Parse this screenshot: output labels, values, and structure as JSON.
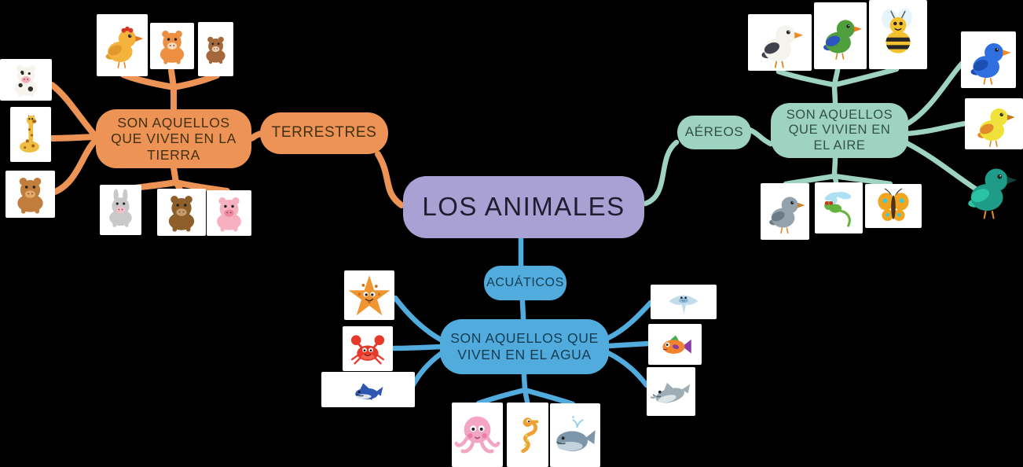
{
  "background": "#000000",
  "central": {
    "label": "LOS ANIMALES",
    "fill": "#a9a0d3",
    "text_color": "#211c30"
  },
  "branches": [
    {
      "id": "terrestres",
      "label": "TERRESTRES",
      "description": "SON AQUELLOS QUE VIVEN EN LA TIERRA",
      "fill": "#ec9355",
      "text_color": "#43300f",
      "connector_color": "#ec9355"
    },
    {
      "id": "aereos",
      "label": "AÉREOS",
      "description": "SON AQUELLOS QUE VIVIEN EN EL AIRE",
      "fill": "#9fd3c1",
      "text_color": "#33504a",
      "connector_color": "#9fd3c1"
    },
    {
      "id": "acuaticos",
      "label": "ACUÁTICOS",
      "description": "SON AQUELLOS QUE VIVEN EN EL AGUA",
      "fill": "#51abdc",
      "text_color": "#143d52",
      "connector_color": "#51abdc"
    }
  ],
  "animals": [
    {
      "id": "cow",
      "icon": "cow-icon",
      "branch": "terrestres",
      "kind": "mammal",
      "color": "#f7f4ee",
      "accent": "#f3afb8",
      "extra": "#2d2d2d"
    },
    {
      "id": "giraffe",
      "icon": "giraffe-icon",
      "branch": "terrestres",
      "kind": "longneck",
      "color": "#eebd41",
      "accent": "#a3611d"
    },
    {
      "id": "bear",
      "icon": "bear-icon",
      "branch": "terrestres",
      "kind": "mammal",
      "color": "#c17d3b",
      "accent": "#e2a968"
    },
    {
      "id": "chicken",
      "icon": "chicken-icon",
      "branch": "terrestres",
      "kind": "bird",
      "color": "#f3b33c",
      "accent": "#e0761f",
      "extra": "#d63322",
      "wing": "#e2992c"
    },
    {
      "id": "cat",
      "icon": "cat-icon",
      "branch": "terrestres",
      "kind": "mammal",
      "color": "#ec8f41",
      "accent": "#f8d9b8"
    },
    {
      "id": "dog",
      "icon": "dog-icon",
      "branch": "terrestres",
      "kind": "mammal",
      "color": "#a5683a",
      "accent": "#e6cfae"
    },
    {
      "id": "rabbit",
      "icon": "rabbit-icon",
      "branch": "terrestres",
      "kind": "rabbit",
      "color": "#c9c9c9",
      "accent": "#f3bfc8"
    },
    {
      "id": "horse",
      "icon": "horse-icon",
      "branch": "terrestres",
      "kind": "mammal",
      "color": "#8f5f2b",
      "accent": "#c59e6b"
    },
    {
      "id": "pig",
      "icon": "pig-icon",
      "branch": "terrestres",
      "kind": "mammal",
      "color": "#f6b0bf",
      "accent": "#ee89a2"
    },
    {
      "id": "pelican",
      "icon": "pelican-icon",
      "branch": "aereos",
      "kind": "bird",
      "color": "#f4f3ee",
      "accent": "#ef8a28",
      "wing": "#42424e"
    },
    {
      "id": "parrot",
      "icon": "parrot-icon",
      "branch": "aereos",
      "kind": "bird",
      "color": "#4f9f3c",
      "accent": "#ef7d1f",
      "wing": "#2d54c0"
    },
    {
      "id": "bee",
      "icon": "bee-icon",
      "branch": "aereos",
      "kind": "bee",
      "color": "#f4c22e",
      "accent": "#262626"
    },
    {
      "id": "blue-bird",
      "icon": "blue-bird-icon",
      "branch": "aereos",
      "kind": "bird",
      "color": "#2f6fe0",
      "accent": "#ef8a28",
      "wing": "#1c4fb0"
    },
    {
      "id": "yellow-bird",
      "icon": "yellow-bird-icon",
      "branch": "aereos",
      "kind": "bird",
      "color": "#efe13a",
      "accent": "#c0761c",
      "wing": "#e08a2a"
    },
    {
      "id": "hummingbird",
      "icon": "hummingbird-icon",
      "branch": "aereos",
      "kind": "bird",
      "color": "#1f9c88",
      "accent": "#12413c",
      "wing": "#2bc3a6",
      "card": false
    },
    {
      "id": "pigeon",
      "icon": "pigeon-icon",
      "branch": "aereos",
      "kind": "bird",
      "color": "#93a2ac",
      "accent": "#c9862c",
      "wing": "#6b7a84"
    },
    {
      "id": "dragonfly",
      "icon": "dragonfly-icon",
      "branch": "aereos",
      "kind": "dragonfly",
      "color": "#64b33f",
      "accent": "#ace0f2",
      "extra": "#d03225"
    },
    {
      "id": "butterfly",
      "icon": "butterfly-icon",
      "branch": "aereos",
      "kind": "butterfly",
      "color": "#f3a51f",
      "accent": "#35cbe8"
    },
    {
      "id": "starfish",
      "icon": "starfish-icon",
      "branch": "acuaticos",
      "kind": "star",
      "color": "#ef9532",
      "accent": "#c9711f"
    },
    {
      "id": "crab",
      "icon": "crab-icon",
      "branch": "acuaticos",
      "kind": "crab",
      "color": "#e6392a",
      "accent": "#f26050"
    },
    {
      "id": "shark",
      "icon": "shark-icon",
      "branch": "acuaticos",
      "kind": "shark",
      "color": "#2d57b2",
      "accent": "#dfe6ef"
    },
    {
      "id": "octopus",
      "icon": "octopus-icon",
      "branch": "acuaticos",
      "kind": "octopus",
      "color": "#f3a6c4",
      "accent": "#e97fa9"
    },
    {
      "id": "seahorse",
      "icon": "seahorse-icon",
      "branch": "acuaticos",
      "kind": "seahorse",
      "color": "#efa233",
      "accent": "#cde14e"
    },
    {
      "id": "whale",
      "icon": "whale-icon",
      "branch": "acuaticos",
      "kind": "whale",
      "color": "#7e96a9",
      "accent": "#c3d3dd"
    },
    {
      "id": "stingray",
      "icon": "stingray-icon",
      "branch": "acuaticos",
      "kind": "ray",
      "color": "#c2dcec",
      "accent": "#8fb9d4"
    },
    {
      "id": "fish",
      "icon": "fish-icon",
      "branch": "acuaticos",
      "kind": "fish",
      "color": "#ef8330",
      "accent": "#8b3ba3",
      "extra": "#3fae4a"
    },
    {
      "id": "dolphin",
      "icon": "dolphin-icon",
      "branch": "acuaticos",
      "kind": "dolphin",
      "color": "#9fadb7",
      "accent": "#dde4e8"
    }
  ]
}
